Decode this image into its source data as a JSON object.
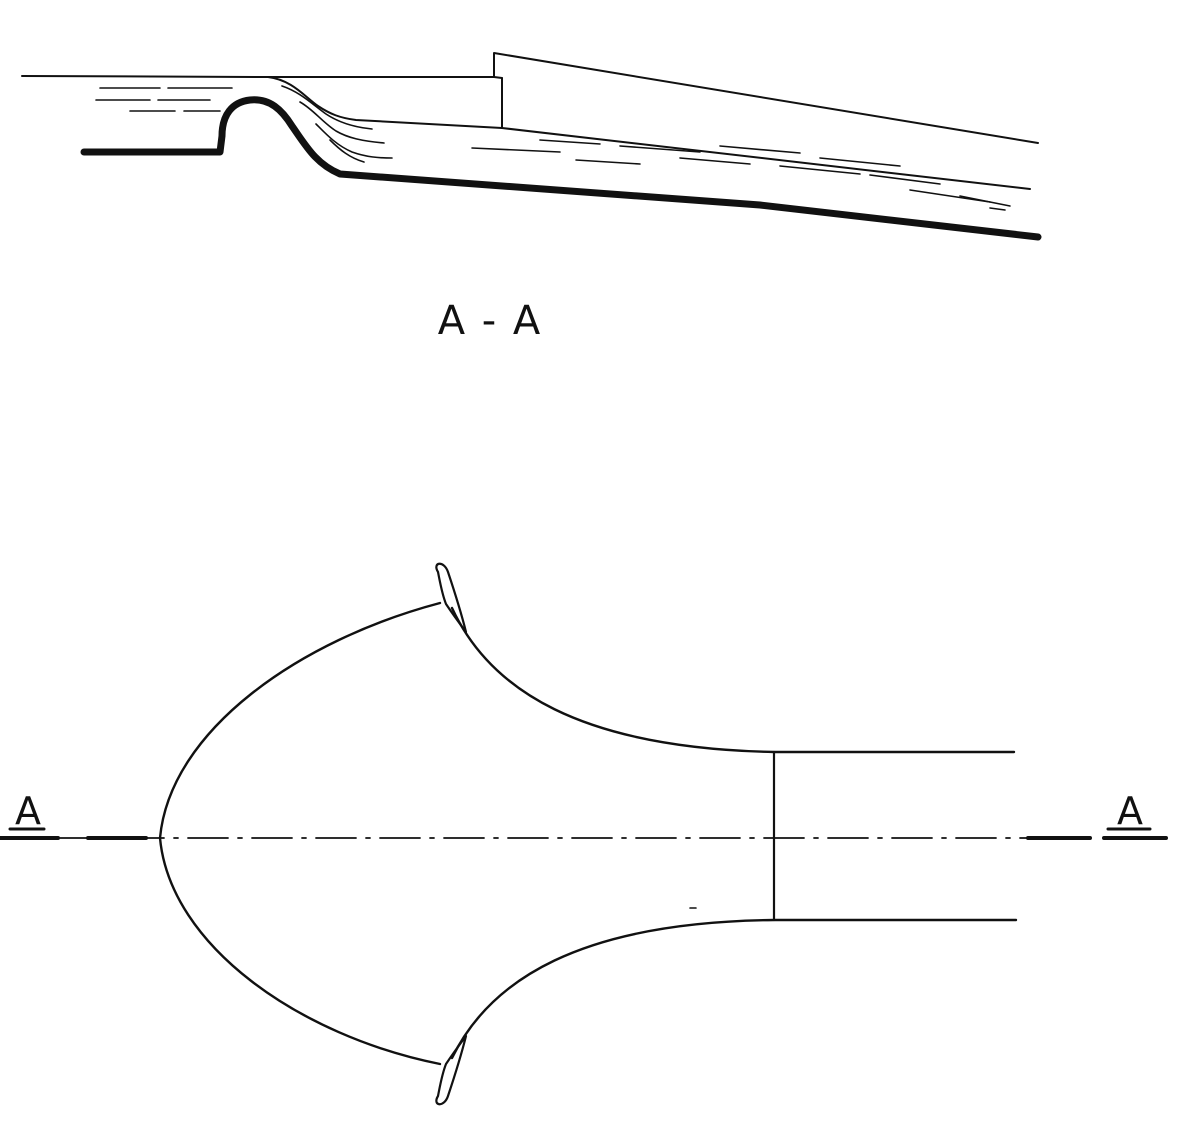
{
  "section_view": {
    "caption": "A - A"
  },
  "plan_view": {
    "section_marker_left": "A",
    "section_marker_right": "A"
  },
  "colors": {
    "ink": "#111111",
    "paper": "#ffffff"
  }
}
